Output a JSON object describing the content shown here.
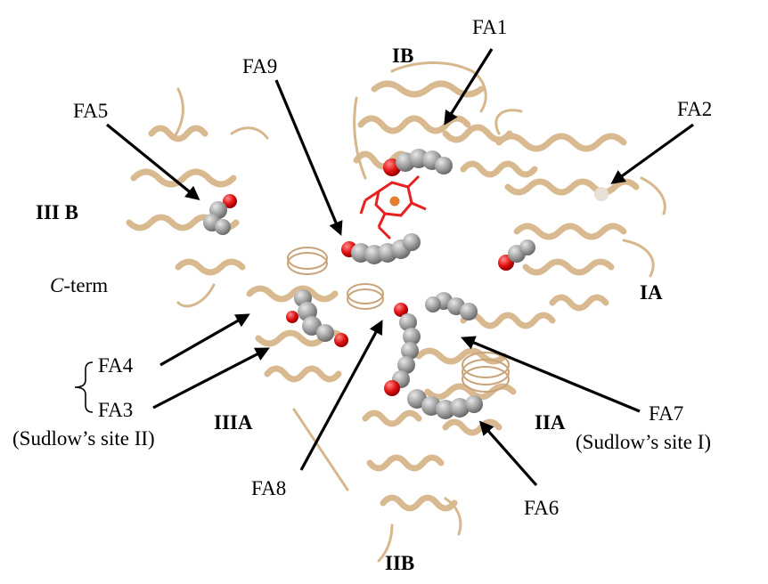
{
  "figure": {
    "domains": {
      "ib": "IB",
      "iiib": "III B",
      "ia": "IA",
      "iiia": "IIIA",
      "iia": "IIA",
      "iib": "IIB"
    },
    "sites": {
      "fa1": "FA1",
      "fa2": "FA2",
      "fa3": "FA3",
      "fa4": "FA4",
      "fa5": "FA5",
      "fa6": "FA6",
      "fa7": "FA7",
      "fa8": "FA8",
      "fa9": "FA9"
    },
    "site_notes": {
      "fa3": "(Sudlow’s site II)",
      "fa7": "(Sudlow’s site I)"
    },
    "terminus": {
      "prefix": "C",
      "suffix": "-term"
    },
    "colors": {
      "protein": "#d9b98f",
      "ligand_carbon": "#9a9a9a",
      "ligand_oxygen": "#e01010",
      "heme": "#e82020",
      "arrow": "#000000"
    }
  }
}
